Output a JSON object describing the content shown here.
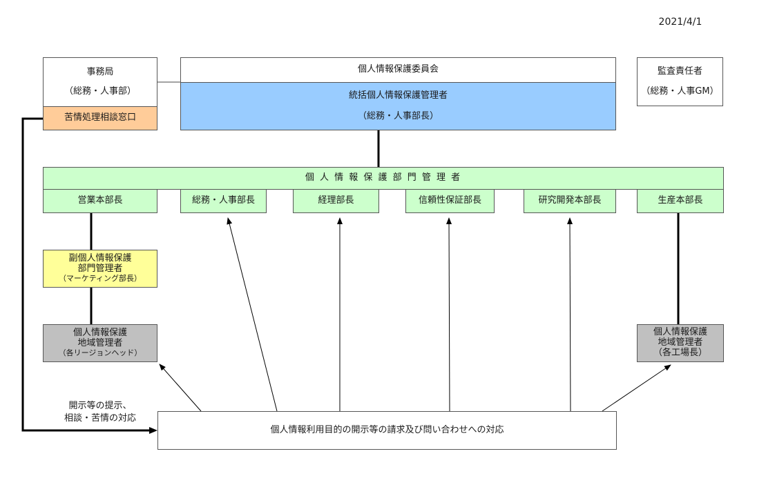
{
  "date": "2021/4/1",
  "colors": {
    "manager_blue": "#99ccff",
    "department_green": "#ccffcc",
    "complaint_orange": "#ffcc99",
    "deputy_yellow": "#ffff99",
    "regional_gray": "#c0c0c0"
  },
  "secretariat": {
    "title": "事務局",
    "sub": "（総務・人事部）",
    "complaint_window": "苦情処理相談窓口"
  },
  "committee": {
    "title": "個人情報保護委員会",
    "manager": "統括個人情報保護管理者",
    "manager_sub": "（総務・人事部長）"
  },
  "audit": {
    "title": "監査責任者",
    "sub": "（総務・人事GM）"
  },
  "dept_managers": {
    "header": "個 人 情 報 保 護 部 門 管 理 者",
    "items": [
      "営業本部長",
      "総務・人事部長",
      "経理部長",
      "信頼性保証部長",
      "研究開発本部長",
      "生産本部長"
    ]
  },
  "deputy": {
    "line1": "副個人情報保護",
    "line2": "部門管理者",
    "line3": "（マーケティング部長）"
  },
  "regional_left": {
    "line1": "個人情報保護",
    "line2": "地域管理者",
    "line3": "（各リージョンヘッド）"
  },
  "regional_right": {
    "line1": "個人情報保護",
    "line2": "地域管理者",
    "line3": "（各工場長）"
  },
  "side_label": {
    "line1": "開示等の提示、",
    "line2": "相談・苦情の対応"
  },
  "request_box": "個人情報利用目的の開示等の請求及び問い合わせへの対応"
}
